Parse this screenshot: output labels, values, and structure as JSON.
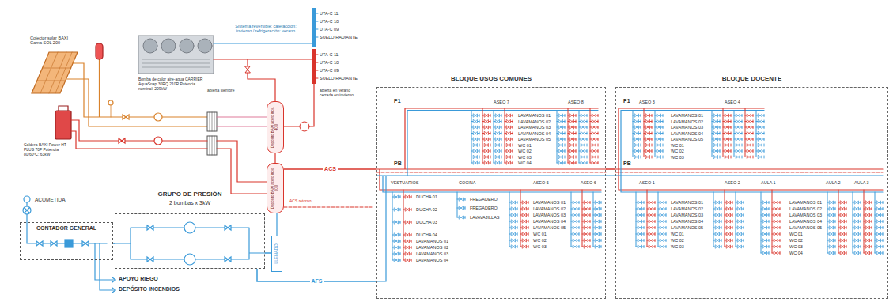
{
  "diagram": {
    "nodes": [
      {
        "text": [
          "CONTADOR GENERAL"
        ]
      },
      {
        "text": [
          "GRUPO DE PRESIÓN",
          "2 bombas x 3kW"
        ]
      },
      {
        "text": [
          "Depósito BAXI acero inox. 400l"
        ]
      },
      {
        "text": [
          "Depósito BAXI acero inox. 500l"
        ]
      },
      {
        "text": [
          "LLENADO"
        ]
      },
      {
        "text": [
          "BLOQUE USOS COMUNES"
        ]
      },
      {
        "text": [
          "BLOQUE DOCENTE"
        ]
      }
    ],
    "edges": [
      {
        "from": 0,
        "to": 1,
        "arrow": "none"
      },
      {
        "from": 1,
        "to": 4,
        "arrow": "none"
      },
      {
        "from": 1,
        "to": 5,
        "label": "AFS",
        "arrow": "none"
      },
      {
        "from": 3,
        "to": 5,
        "label": "ACS",
        "arrow": "none"
      },
      {
        "from": 5,
        "to": 6,
        "arrow": "none"
      }
    ],
    "labels": [
      "Colector solar BAXI Gama SOL 200",
      "Sistema reversible: calefacción: invierno / refrigeración: verano",
      "UTA-C 11",
      "UTA-C 10",
      "UTA-C 09",
      "SUELO RADIANTE",
      "UTA-C 11",
      "UTA-C 10",
      "UTA-C 09",
      "SUELO RADIANTE",
      "Bomba de calor aire-agua CARRIER AquaSnap 30RQ 210R Potencia nominal: 209kW",
      "abierta siempre",
      "abierta en verano cerrada en invierno",
      "Caldera BAXI Power HT PLUS 70F Potencia 80/60ºC: 63kW",
      "ACS retorno",
      "ACOMETIDA",
      "APOYO RIEGO",
      "DEPÓSITO INCENDIOS",
      "P1",
      "ASEO 7",
      "ASEO 8",
      "LAVAMANOS 01",
      "LAVAMANOS 02",
      "LAVAMANOS 03",
      "LAVAMANOS 04",
      "LAVAMANOS 05",
      "WC 01",
      "WC 02",
      "WC 03",
      "WC 04",
      "PB",
      "VESTUARIOS",
      "COCINA",
      "ASEO 5",
      "ASEO 6",
      "DUCHA 01",
      "DUCHA 02",
      "DUCHA 03",
      "DUCHA 04",
      "LAVAMANOS 01",
      "LAVAMANOS 02",
      "LAVAMANOS 03",
      "LAVAMANOS 04",
      "FREGADERO",
      "FREGADERO",
      "LAVAVAJILLAS",
      "LAVAMANOS 01",
      "LAVAMANOS 02",
      "LAVAMANOS 03",
      "LAVAMANOS 04",
      "LAVAMANOS 05",
      "WC 01",
      "WC 02",
      "WC 03",
      "P1",
      "ASEO 3",
      "ASEO 4",
      "LAVAMANOS 01",
      "LAVAMANOS 02",
      "LAVAMANOS 03",
      "LAVAMANOS 04",
      "LAVAMANOS 05",
      "WC 01",
      "WC 02",
      "WC 03",
      "PB",
      "ASEO 1",
      "ASEO 2",
      "AULA 1",
      "AULA 2",
      "AULA 3",
      "LAVAMANOS 01",
      "LAVAMANOS 02",
      "LAVAMANOS 03",
      "LAVAMANOS 04",
      "LAVAMANOS 05",
      "WC 01",
      "WC 02",
      "WC 03",
      "LAVAMANOS 01",
      "LAVAMANOS 02",
      "LAVAMANOS 03",
      "LAVAMANOS 04",
      "LAVAMANOS 05",
      "WC 01",
      "WC 02",
      "WC 03",
      "WC 04"
    ]
  }
}
